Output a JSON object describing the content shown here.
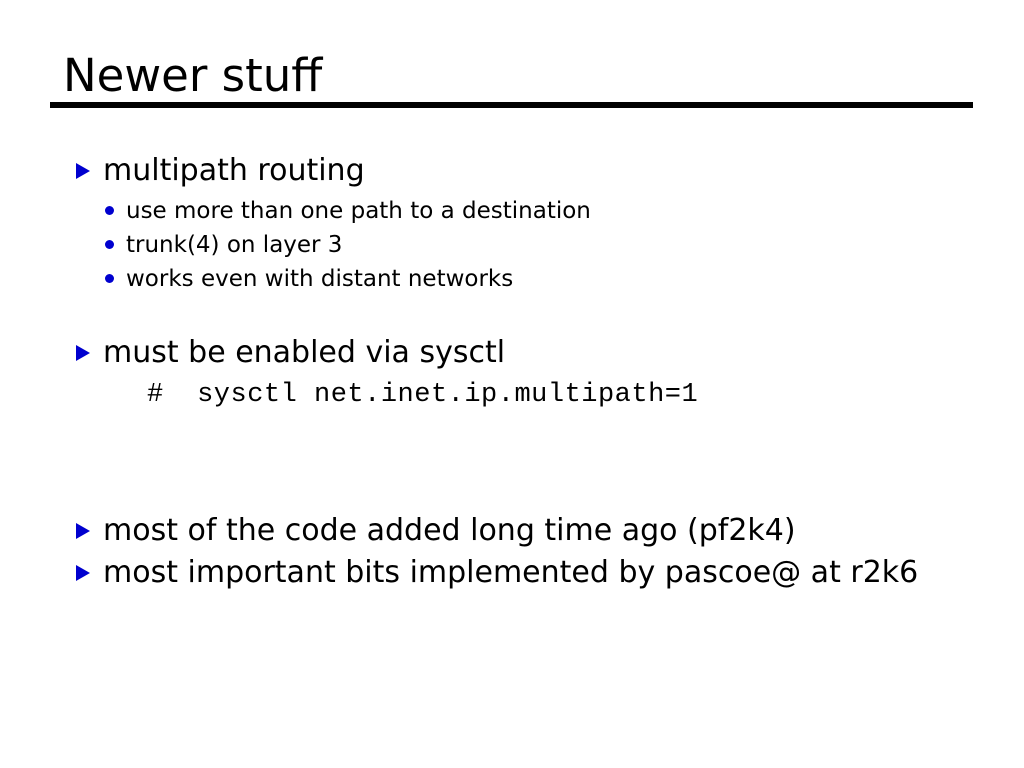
{
  "slide": {
    "title": "Newer stuff",
    "background_color": "#ffffff",
    "text_color": "#000000",
    "bullet_color": "#0000cf",
    "rule_color": "#000000",
    "content": [
      {
        "level": 1,
        "marker": "triangle-bullet-icon",
        "text": "multipath routing"
      },
      {
        "level": 2,
        "marker": "dot-bullet-icon",
        "text": "use more than one path to a destination"
      },
      {
        "level": 2,
        "marker": "dot-bullet-icon",
        "text": "trunk(4) on layer 3"
      },
      {
        "level": 2,
        "marker": "dot-bullet-icon",
        "text": "works even with distant networks"
      },
      {
        "level": 1,
        "marker": "triangle-bullet-icon",
        "text": "must be enabled via sysctl"
      },
      {
        "level": "code",
        "marker": "none",
        "text": "#  sysctl net.inet.ip.multipath=1"
      },
      {
        "level": 1,
        "marker": "triangle-bullet-icon",
        "text": "most of the code added long time ago (pf2k4)"
      },
      {
        "level": 1,
        "marker": "triangle-bullet-icon",
        "text": "most important bits implemented by pascoe@ at r2k6"
      }
    ]
  }
}
